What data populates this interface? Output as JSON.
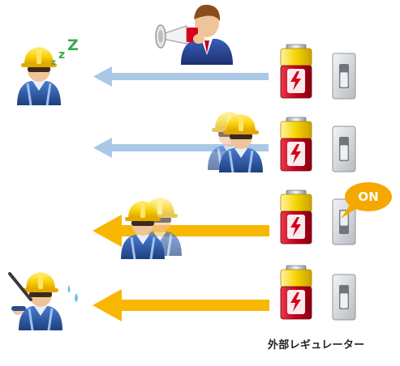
{
  "regulator_label": "外部レギュレーター",
  "switch_on_label": "ON",
  "icons": {
    "manager": "manager-megaphone-icon",
    "battery": "battery-icon",
    "switch": "light-switch-icon",
    "worker": "worker-icon",
    "sleeping": "sleeping-zzz-icon",
    "sweat": "sweat-drop-icon"
  },
  "colors": {
    "arrow_weak": "#a9c8e6",
    "arrow_strong": "#f8b700",
    "battery_top": "#f6d400",
    "battery_body": "#c3001b",
    "bubble": "#f5a800",
    "helmet": "#f7cb00",
    "uniform": "#2e5ca8"
  },
  "rows": [
    {
      "arrow": "weak",
      "workers": 1,
      "state": "sleeping",
      "switch_on": false
    },
    {
      "arrow": "weak",
      "workers": 2,
      "state": "idle",
      "switch_on": false
    },
    {
      "arrow": "strong",
      "workers": 2,
      "state": "active",
      "switch_on": true
    },
    {
      "arrow": "strong",
      "workers": 1,
      "state": "working",
      "switch_on": false
    }
  ]
}
